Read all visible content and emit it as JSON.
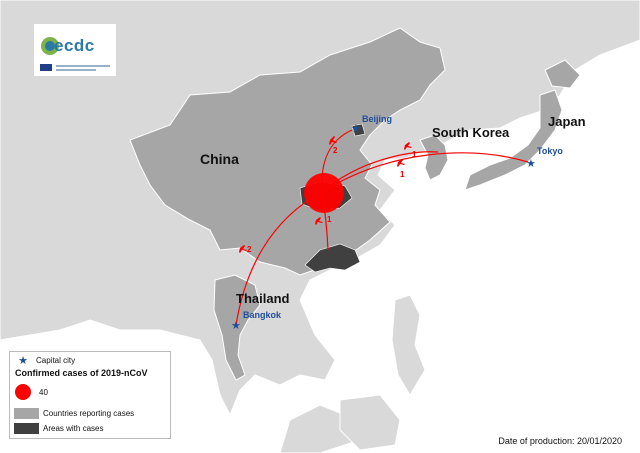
{
  "map": {
    "countries_labels": [
      {
        "id": "china",
        "text": "China"
      },
      {
        "id": "south-korea",
        "text": "South Korea"
      },
      {
        "id": "japan",
        "text": "Japan"
      },
      {
        "id": "thailand",
        "text": "Thailand"
      }
    ],
    "cities": [
      {
        "id": "beijing",
        "text": "Beijing"
      },
      {
        "id": "tokyo",
        "text": "Tokyo"
      },
      {
        "id": "bangkok",
        "text": "Bangkok"
      }
    ],
    "flows": [
      {
        "id": "to-beijing",
        "count": "2"
      },
      {
        "id": "to-seoul",
        "count": "1"
      },
      {
        "id": "to-tokyo",
        "count": "1"
      },
      {
        "id": "to-bangkok",
        "count": "2"
      },
      {
        "id": "to-guangdong",
        "count": "1"
      }
    ],
    "colors": {
      "sea": "#ffffff",
      "land": "#d9d9d9",
      "reporting": "#a6a6a6",
      "areas_with_cases": "#404040",
      "case_circle": "#ff0000",
      "capital": "#1f4e9c"
    }
  },
  "legend": {
    "capital_city": "Capital city",
    "title": "Confirmed cases of 2019-nCoV",
    "bubble_value": "40",
    "countries_reporting": "Countries reporting cases",
    "areas_with_cases": "Areas with cases"
  },
  "production_date": "Date of production: 20/01/2020",
  "logo": {
    "text": "ecdc"
  }
}
